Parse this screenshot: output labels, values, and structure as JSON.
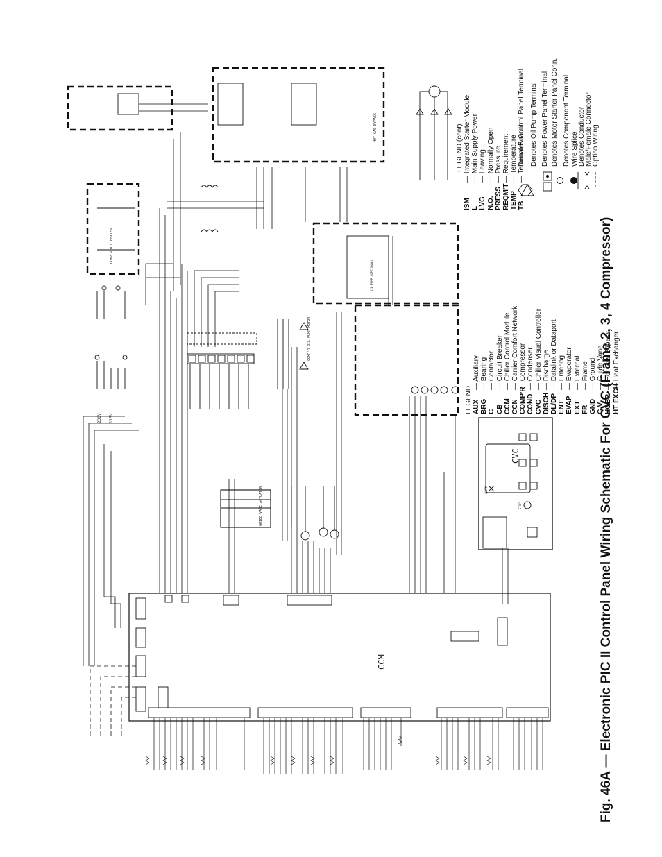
{
  "figure": {
    "title": "Fig. 46A — Electronic PIC II Control Panel Wiring Schematic For CVC (Frame 2, 3, 4 Compressor)"
  },
  "legend_left": {
    "heading": "LEGEND",
    "items": [
      {
        "abbr": "AUX",
        "desc": "Auxiliary"
      },
      {
        "abbr": "BRG",
        "desc": "Bearing"
      },
      {
        "abbr": "C",
        "desc": "Contactor"
      },
      {
        "abbr": "CB",
        "desc": "Circuit Breaker"
      },
      {
        "abbr": "CCM",
        "desc": "Chiller Control Module"
      },
      {
        "abbr": "CCN",
        "desc": "Carrier Comfort Network"
      },
      {
        "abbr": "COMP'R",
        "desc": "Compressor"
      },
      {
        "abbr": "COND",
        "desc": "Condenser"
      },
      {
        "abbr": "CVC",
        "desc": "Chiller Visual Controller"
      },
      {
        "abbr": "DISCH",
        "desc": "Discharge"
      },
      {
        "abbr": "DL/DP",
        "desc": "Datalink or Dataport"
      },
      {
        "abbr": "ENT",
        "desc": "Entering"
      },
      {
        "abbr": "EVAP",
        "desc": "Evaporator"
      },
      {
        "abbr": "EXT",
        "desc": "External"
      },
      {
        "abbr": "FR",
        "desc": "Frame"
      },
      {
        "abbr": "GND",
        "desc": "Ground"
      },
      {
        "abbr": "G.V.",
        "desc": "Guide Vane"
      },
      {
        "abbr": "HGBP",
        "desc": "Hot Gas Bypass"
      },
      {
        "abbr": "HT EXCH",
        "desc": "Heat Exchanger"
      }
    ]
  },
  "legend_right": {
    "heading": "LEGEND (cont)",
    "items": [
      {
        "abbr": "ISM",
        "desc": "Integrated Starter Module"
      },
      {
        "abbr": "L",
        "desc": "Main Supply Power"
      },
      {
        "abbr": "LVG",
        "desc": "Leaving"
      },
      {
        "abbr": "N.O.",
        "desc": "Normally Open"
      },
      {
        "abbr": "PRESS",
        "desc": "Pressure"
      },
      {
        "abbr": "REQM'T",
        "desc": "Requirement"
      },
      {
        "abbr": "TEMP",
        "desc": "Temperature"
      },
      {
        "abbr": "TB",
        "desc": "Terminal Board"
      }
    ],
    "symbols": [
      {
        "symbol": "hexagon",
        "desc": "Denotes Control Panel Terminal"
      },
      {
        "symbol": "triangle",
        "desc": "Denotes Oil Pump Terminal"
      },
      {
        "symbol": "square",
        "desc": "Denotes Power Panel Terminal"
      },
      {
        "symbol": "square-dot",
        "desc": "Denotes Motor Starter Panel Conn."
      },
      {
        "symbol": "circle",
        "desc": "Denotes Component Terminal"
      },
      {
        "symbol": "filled-circle",
        "desc": "Wire Splice"
      },
      {
        "symbol": "line",
        "desc": "Denotes Conductor"
      },
      {
        "symbol": "arrows",
        "desc": "Male/Female Connector"
      },
      {
        "symbol": "dashed-line",
        "desc": "Option Wiring"
      }
    ]
  },
  "modules": {
    "ccm": "CCM",
    "cvc": "CVC",
    "power_115v": "115V",
    "power_230v": "230V",
    "guide_vane": "GUIDE VANE ACTUATOR",
    "oil_pump_box": "OIL PUMP (OPTIONAL)",
    "hgbp_box": "HOT GAS BYPASS",
    "oil_heater_box": "COMP'R OIL HEATER",
    "comp_oil_pump_motor": "COMP'R OIL PUMP MOTOR",
    "alarm": "ALARM",
    "stop": "STOP"
  },
  "colors": {
    "ink": "#111111",
    "paper": "#ffffff"
  }
}
